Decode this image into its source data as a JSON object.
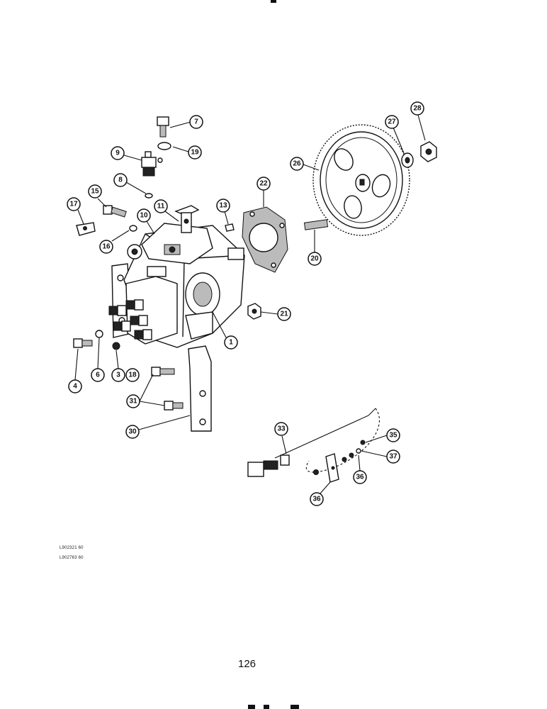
{
  "diagram": {
    "callouts": [
      "7",
      "19",
      "9",
      "8",
      "15",
      "17",
      "16",
      "10",
      "11",
      "13",
      "1",
      "4",
      "6",
      "3",
      "18",
      "31",
      "30",
      "22",
      "20",
      "21",
      "26",
      "27",
      "28",
      "33",
      "35",
      "37",
      "36",
      "36"
    ],
    "image_codes": [
      "L902321 60",
      "L902763 60"
    ],
    "page_number": "126"
  }
}
